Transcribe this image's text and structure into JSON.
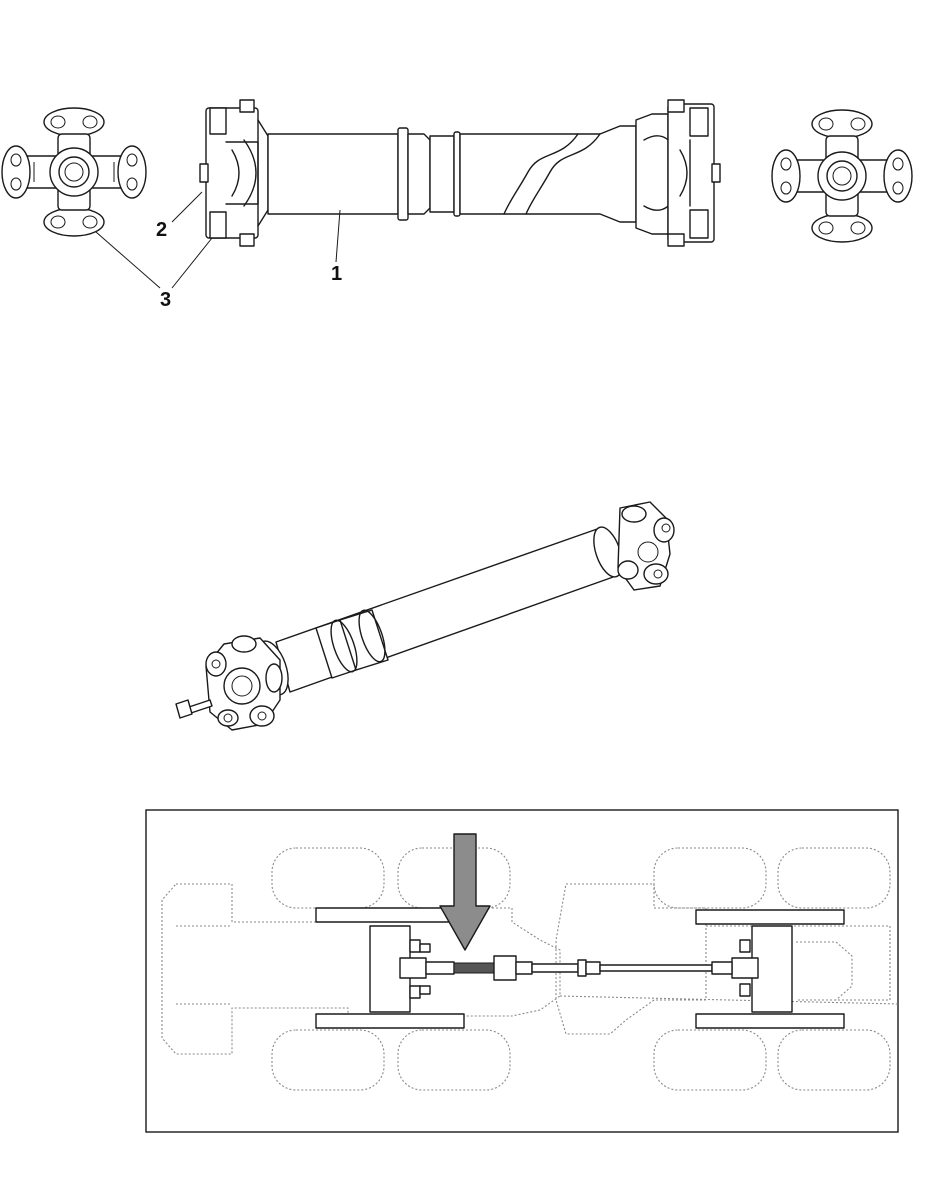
{
  "callouts": {
    "shaft": "1",
    "yoke": "2",
    "spider_caps": "3"
  },
  "colors": {
    "line": "#1a1a1a",
    "chassis_dotted": "#8a8a8a",
    "arrow_fill": "#8c8c8c",
    "background": "#ffffff"
  }
}
